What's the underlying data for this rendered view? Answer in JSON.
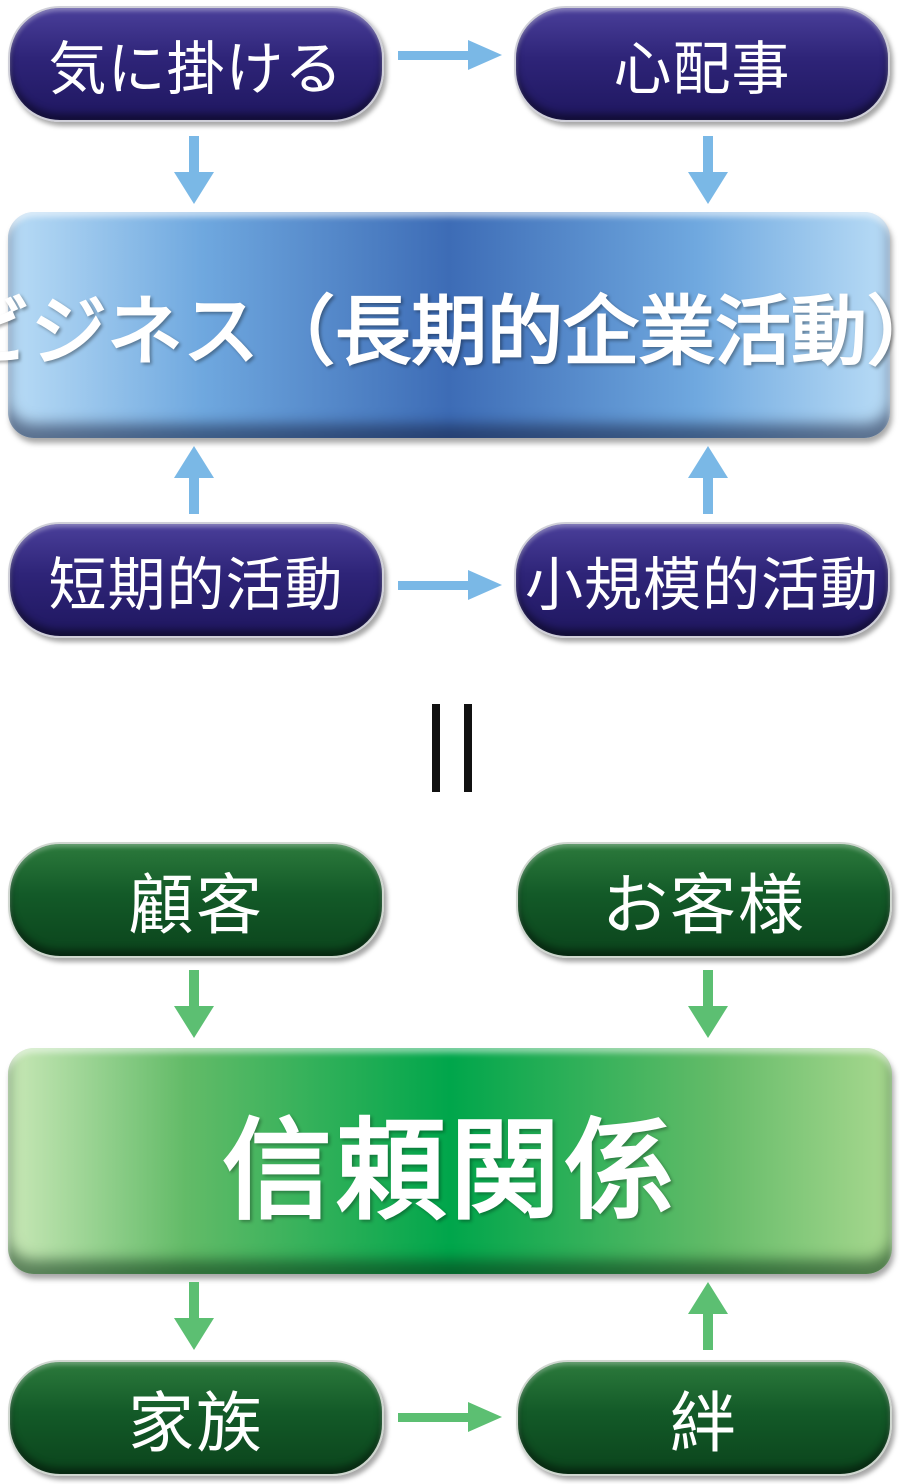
{
  "top": {
    "node_tl": "気に掛ける",
    "node_tr": "心配事",
    "center": "ビジネス（長期的企業活動）",
    "node_bl": "短期的活動",
    "node_br": "小規模的活動"
  },
  "equals_sign": "=",
  "bottom": {
    "node_tl": "顧客",
    "node_tr": "お客様",
    "center": "信頼関係",
    "node_bl": "家族",
    "node_br": "絆"
  },
  "colors": {
    "purple_node": "#2e2478",
    "blue_bar": "#3d6cb6",
    "blue_arrow": "#7ab8e6",
    "green_node": "#135a28",
    "green_bar": "#00a64b",
    "green_arrow": "#5cbf72"
  }
}
